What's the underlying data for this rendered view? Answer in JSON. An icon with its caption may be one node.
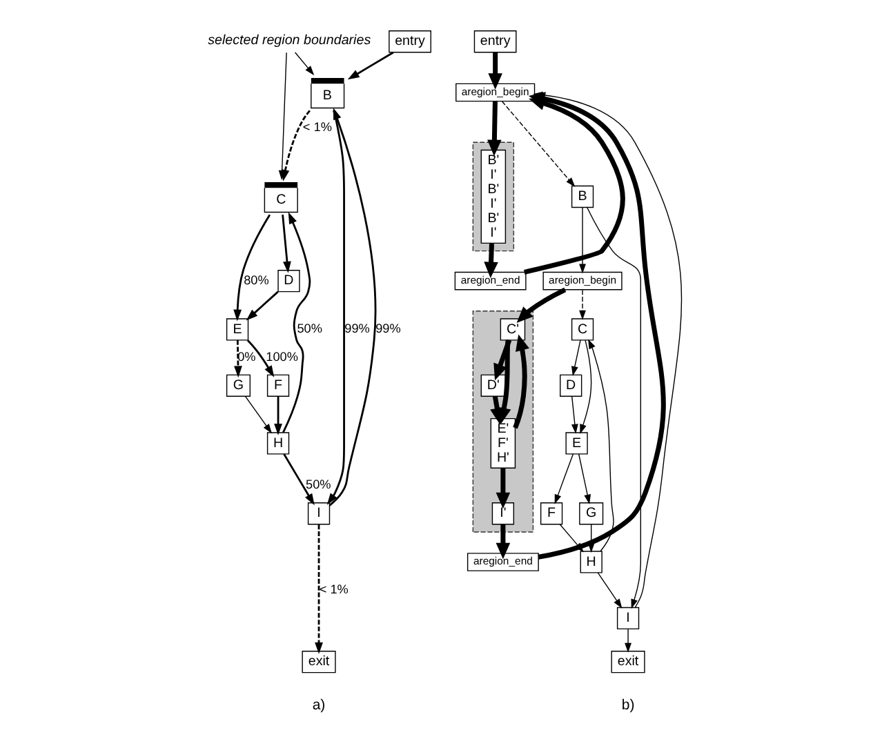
{
  "diagram": {
    "nodes": [
      {
        "text": [
          "entry"
        ]
      },
      {
        "text": [
          "B"
        ]
      },
      {
        "text": [
          "C"
        ]
      },
      {
        "text": [
          "D"
        ]
      },
      {
        "text": [
          "E"
        ]
      },
      {
        "text": [
          "F"
        ]
      },
      {
        "text": [
          "G"
        ]
      },
      {
        "text": [
          "H"
        ]
      },
      {
        "text": [
          "I"
        ]
      },
      {
        "text": [
          "exit"
        ]
      },
      {
        "text": [
          "selected region boundaries"
        ]
      },
      {
        "text": [
          "entry"
        ]
      },
      {
        "text": [
          "aregion_begin"
        ]
      },
      {
        "text": [],
        "shape": "box"
      },
      {
        "text": [
          "B' I' B' I' B' I'"
        ],
        "in": 13
      },
      {
        "text": [
          "aregion_end"
        ]
      },
      {
        "text": [
          "B"
        ]
      },
      {
        "text": [
          "aregion_begin"
        ]
      },
      {
        "text": [],
        "shape": "box"
      },
      {
        "text": [
          "C'"
        ],
        "in": 18
      },
      {
        "text": [
          "D'"
        ],
        "in": 18
      },
      {
        "text": [
          "E' F' H'"
        ],
        "in": 18
      },
      {
        "text": [
          "I'"
        ],
        "in": 18
      },
      {
        "text": [
          "aregion_end"
        ]
      },
      {
        "text": [
          "C"
        ]
      },
      {
        "text": [
          "D"
        ]
      },
      {
        "text": [
          "E"
        ]
      },
      {
        "text": [
          "F"
        ]
      },
      {
        "text": [
          "G"
        ]
      },
      {
        "text": [
          "H"
        ]
      },
      {
        "text": [
          "I"
        ]
      },
      {
        "text": [
          "exit"
        ]
      }
    ],
    "edges": [
      {
        "from": 0,
        "to": 1,
        "arrow": "to"
      },
      {
        "from": 10,
        "to": 1,
        "arrow": "to"
      },
      {
        "from": 10,
        "to": 2,
        "arrow": "to"
      },
      {
        "from": 1,
        "to": 2,
        "arrow": "to",
        "style": "dashed",
        "label": "< 1%"
      },
      {
        "from": 1,
        "to": 8,
        "arrow": "to",
        "label": "99%"
      },
      {
        "from": 8,
        "to": 1,
        "arrow": "to",
        "label": "99%"
      },
      {
        "from": 2,
        "to": 4,
        "arrow": "to",
        "label": "80%"
      },
      {
        "from": 2,
        "to": 3,
        "arrow": "to"
      },
      {
        "from": 3,
        "to": 4,
        "arrow": "to"
      },
      {
        "from": 4,
        "to": 5,
        "arrow": "to",
        "label": "100%"
      },
      {
        "from": 4,
        "to": 6,
        "arrow": "to",
        "style": "dashed",
        "label": "0%"
      },
      {
        "from": 5,
        "to": 7,
        "arrow": "to"
      },
      {
        "from": 6,
        "to": 7,
        "arrow": "to"
      },
      {
        "from": 7,
        "to": 8,
        "arrow": "to",
        "label": "50%"
      },
      {
        "from": 7,
        "to": 2,
        "arrow": "to",
        "label": "50%"
      },
      {
        "from": 8,
        "to": 9,
        "arrow": "to",
        "style": "dashed",
        "label": "< 1%"
      },
      {
        "from": 11,
        "to": 12,
        "arrow": "to",
        "style": "thick"
      },
      {
        "from": 12,
        "to": 14,
        "arrow": "to",
        "style": "thick"
      },
      {
        "from": 14,
        "to": 15,
        "arrow": "to",
        "style": "thick"
      },
      {
        "from": 15,
        "to": 12,
        "arrow": "to",
        "style": "thick"
      },
      {
        "from": 12,
        "to": 16,
        "arrow": "to",
        "style": "dashed"
      },
      {
        "from": 16,
        "to": 17,
        "arrow": "to"
      },
      {
        "from": 17,
        "to": 24,
        "arrow": "to",
        "style": "dashed"
      },
      {
        "from": 17,
        "to": 19,
        "arrow": "to",
        "style": "thick"
      },
      {
        "from": 19,
        "to": 20,
        "arrow": "to",
        "style": "thick"
      },
      {
        "from": 19,
        "to": 21,
        "arrow": "to",
        "style": "thick"
      },
      {
        "from": 20,
        "to": 21,
        "arrow": "to",
        "style": "thick"
      },
      {
        "from": 21,
        "to": 19,
        "arrow": "to",
        "style": "thick"
      },
      {
        "from": 21,
        "to": 22,
        "arrow": "to",
        "style": "thick"
      },
      {
        "from": 22,
        "to": 23,
        "arrow": "to",
        "style": "thick"
      },
      {
        "from": 23,
        "to": 12,
        "arrow": "to",
        "style": "thick"
      },
      {
        "from": 16,
        "to": 30,
        "arrow": "to"
      },
      {
        "from": 24,
        "to": 25,
        "arrow": "to"
      },
      {
        "from": 24,
        "to": 26,
        "arrow": "to"
      },
      {
        "from": 25,
        "to": 26,
        "arrow": "to"
      },
      {
        "from": 26,
        "to": 27,
        "arrow": "to"
      },
      {
        "from": 26,
        "to": 28,
        "arrow": "to"
      },
      {
        "from": 27,
        "to": 29,
        "arrow": "to"
      },
      {
        "from": 28,
        "to": 29,
        "arrow": "to"
      },
      {
        "from": 29,
        "to": 30,
        "arrow": "to"
      },
      {
        "from": 29,
        "to": 24,
        "arrow": "to"
      },
      {
        "from": 30,
        "to": 31,
        "arrow": "to"
      },
      {
        "from": 30,
        "to": 12,
        "arrow": "to"
      }
    ],
    "labels": [
      "a)",
      "b)"
    ]
  }
}
